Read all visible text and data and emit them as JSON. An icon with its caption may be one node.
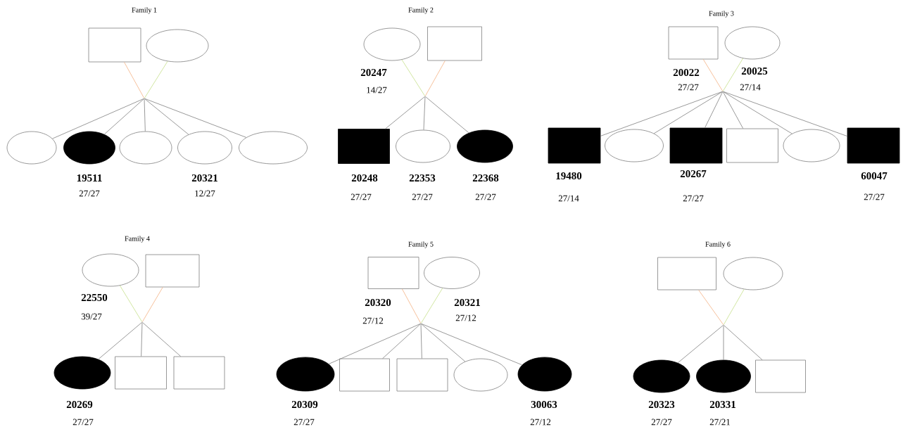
{
  "diagram": {
    "nodes": [
      {
        "text": [],
        "shape": "box"
      },
      {
        "text": [],
        "shape": "ellipse"
      },
      {
        "text": [],
        "shape": "ellipse"
      },
      {
        "text": [],
        "shape": "filled-ellipse",
        "beside": [
          "19511",
          "27/27"
        ]
      },
      {
        "text": [],
        "shape": "ellipse"
      },
      {
        "text": [],
        "shape": "ellipse",
        "beside": [
          "20321",
          "12/27"
        ]
      },
      {
        "text": [],
        "shape": "ellipse"
      },
      {
        "text": [],
        "shape": "ellipse",
        "beside": [
          "20247",
          "14/27"
        ]
      },
      {
        "text": [],
        "shape": "box"
      },
      {
        "text": [],
        "shape": "filled-box",
        "beside": [
          "20248",
          "27/27"
        ]
      },
      {
        "text": [],
        "shape": "ellipse",
        "beside": [
          "22353",
          "27/27"
        ]
      },
      {
        "text": [],
        "shape": "filled-ellipse",
        "beside": [
          "22368",
          "27/27"
        ]
      },
      {
        "text": [],
        "shape": "box",
        "beside": [
          "20022",
          "27/27"
        ]
      },
      {
        "text": [],
        "shape": "ellipse",
        "beside": [
          "20025",
          "27/14"
        ]
      },
      {
        "text": [],
        "shape": "filled-box",
        "beside": [
          "19480",
          "27/14"
        ]
      },
      {
        "text": [],
        "shape": "ellipse"
      },
      {
        "text": [],
        "shape": "filled-box",
        "beside": [
          "20267",
          "27/27"
        ]
      },
      {
        "text": [],
        "shape": "box"
      },
      {
        "text": [],
        "shape": "ellipse"
      },
      {
        "text": [],
        "shape": "filled-box",
        "beside": [
          "60047",
          "27/27"
        ]
      },
      {
        "text": [],
        "shape": "ellipse",
        "beside": [
          "22550",
          "39/27"
        ]
      },
      {
        "text": [],
        "shape": "box"
      },
      {
        "text": [],
        "shape": "filled-ellipse",
        "beside": [
          "20269",
          "27/27"
        ]
      },
      {
        "text": [],
        "shape": "box"
      },
      {
        "text": [],
        "shape": "box"
      },
      {
        "text": [],
        "shape": "box",
        "beside": [
          "20320",
          "27/12"
        ]
      },
      {
        "text": [],
        "shape": "ellipse",
        "beside": [
          "20321",
          "27/12"
        ]
      },
      {
        "text": [],
        "shape": "filled-ellipse",
        "beside": [
          "20309",
          "27/27"
        ]
      },
      {
        "text": [],
        "shape": "box"
      },
      {
        "text": [],
        "shape": "box"
      },
      {
        "text": [],
        "shape": "ellipse"
      },
      {
        "text": [],
        "shape": "filled-ellipse",
        "beside": [
          "30063",
          "27/12"
        ]
      },
      {
        "text": [],
        "shape": "box"
      },
      {
        "text": [],
        "shape": "ellipse"
      },
      {
        "text": [],
        "shape": "filled-ellipse",
        "beside": [
          "20323",
          "27/27"
        ]
      },
      {
        "text": [],
        "shape": "filled-ellipse",
        "beside": [
          "20331",
          "27/21"
        ]
      },
      {
        "text": [],
        "shape": "box"
      },
      {
        "text": [],
        "shape": "point"
      },
      {
        "text": [],
        "shape": "point"
      },
      {
        "text": [],
        "shape": "point"
      },
      {
        "text": [],
        "shape": "point"
      },
      {
        "text": [],
        "shape": "point"
      },
      {
        "text": [],
        "shape": "point"
      }
    ],
    "edges": [
      {
        "from": 0,
        "to": 37,
        "arrow": "none",
        "color": "#f4b183"
      },
      {
        "from": 1,
        "to": 37,
        "arrow": "none",
        "color": "#c5e08a"
      },
      {
        "from": 37,
        "to": 2,
        "arrow": "none"
      },
      {
        "from": 37,
        "to": 3,
        "arrow": "none"
      },
      {
        "from": 37,
        "to": 4,
        "arrow": "none"
      },
      {
        "from": 37,
        "to": 5,
        "arrow": "none"
      },
      {
        "from": 37,
        "to": 6,
        "arrow": "none"
      },
      {
        "from": 7,
        "to": 38,
        "arrow": "none",
        "color": "#c5e08a"
      },
      {
        "from": 8,
        "to": 38,
        "arrow": "none",
        "color": "#f4b183"
      },
      {
        "from": 38,
        "to": 9,
        "arrow": "none"
      },
      {
        "from": 38,
        "to": 10,
        "arrow": "none"
      },
      {
        "from": 38,
        "to": 11,
        "arrow": "none"
      },
      {
        "from": 12,
        "to": 39,
        "arrow": "none",
        "color": "#f4b183"
      },
      {
        "from": 13,
        "to": 39,
        "arrow": "none",
        "color": "#c5e08a"
      },
      {
        "from": 39,
        "to": 14,
        "arrow": "none"
      },
      {
        "from": 39,
        "to": 15,
        "arrow": "none"
      },
      {
        "from": 39,
        "to": 16,
        "arrow": "none"
      },
      {
        "from": 39,
        "to": 17,
        "arrow": "none"
      },
      {
        "from": 39,
        "to": 18,
        "arrow": "none"
      },
      {
        "from": 39,
        "to": 19,
        "arrow": "none"
      },
      {
        "from": 20,
        "to": 40,
        "arrow": "none",
        "color": "#c5e08a"
      },
      {
        "from": 21,
        "to": 40,
        "arrow": "none",
        "color": "#f4b183"
      },
      {
        "from": 40,
        "to": 22,
        "arrow": "none"
      },
      {
        "from": 40,
        "to": 23,
        "arrow": "none"
      },
      {
        "from": 40,
        "to": 24,
        "arrow": "none"
      },
      {
        "from": 25,
        "to": 41,
        "arrow": "none",
        "color": "#f4b183"
      },
      {
        "from": 26,
        "to": 41,
        "arrow": "none",
        "color": "#c5e08a"
      },
      {
        "from": 41,
        "to": 27,
        "arrow": "none"
      },
      {
        "from": 41,
        "to": 28,
        "arrow": "none"
      },
      {
        "from": 41,
        "to": 29,
        "arrow": "none"
      },
      {
        "from": 41,
        "to": 30,
        "arrow": "none"
      },
      {
        "from": 41,
        "to": 31,
        "arrow": "none"
      },
      {
        "from": 32,
        "to": 42,
        "arrow": "none",
        "color": "#f4b183"
      },
      {
        "from": 33,
        "to": 42,
        "arrow": "none",
        "color": "#c5e08a"
      },
      {
        "from": 42,
        "to": 34,
        "arrow": "none"
      },
      {
        "from": 42,
        "to": 35,
        "arrow": "none"
      },
      {
        "from": 42,
        "to": 36,
        "arrow": "none"
      }
    ],
    "labels": [
      "Family 1",
      "Family 2",
      "Family 3",
      "Family 4",
      "Family 5",
      "Family 6"
    ]
  }
}
